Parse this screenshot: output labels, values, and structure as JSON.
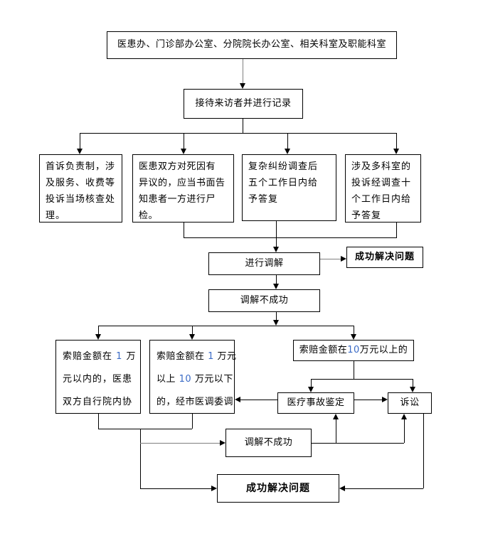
{
  "colors": {
    "background": "#ffffff",
    "line": "#000000",
    "line_gray": "#808080",
    "text": "#000000",
    "number_highlight": "#3b6bc6"
  },
  "flowchart": {
    "nodes": {
      "departments": {
        "text": "医患办、门诊部办公室、分院院长办公室、相关科室及职能科室"
      },
      "reception": {
        "text": "接待来访者并进行记录"
      },
      "first_complaint_duty": {
        "lines": [
          "首诉负责制，涉",
          "及服务、收费等",
          "投诉当场核查处",
          "理。"
        ]
      },
      "autopsy_notice": {
        "lines": [
          "医患双方对死因有",
          "异议的，应当书面告",
          "知患者一方进行尸",
          "检。"
        ]
      },
      "complex_dispute_reply": {
        "lines": [
          "复杂纠纷调查后",
          "五个工作日内给",
          "予答复"
        ]
      },
      "multi_dept_reply": {
        "lines": [
          "涉及多科室的",
          "投诉经调查十",
          "个工作日内给",
          "予答复"
        ]
      },
      "mediation": {
        "text": "进行调解"
      },
      "solved_top": {
        "text": "成功解决问题"
      },
      "mediation_failed_top": {
        "text": "调解不成功"
      },
      "claim_under_10k": {
        "line1_pre": "索赔金额在 ",
        "line1_num": "1",
        "line1_post": " 万",
        "line2": "元以内的，医患",
        "line3": "双方自行院内协"
      },
      "claim_10k_to_100k": {
        "line1_pre": "索赔金额在 ",
        "line1_num": "1",
        "line1_post": " 万元",
        "line2_pre": "以上 ",
        "line2_num": "10",
        "line2_post": " 万元以下",
        "line3": "的，经市医调委调"
      },
      "claim_over_100k": {
        "pre": "索赔金额在 ",
        "num": "10",
        "post": " 万元以上的"
      },
      "medical_accident_appraisal": {
        "text": "医疗事故鉴定"
      },
      "lawsuit": {
        "text": "诉讼"
      },
      "mediation_failed_bottom": {
        "text": "调解不成功"
      },
      "solved_bottom": {
        "text": "成功解决问题"
      }
    }
  }
}
